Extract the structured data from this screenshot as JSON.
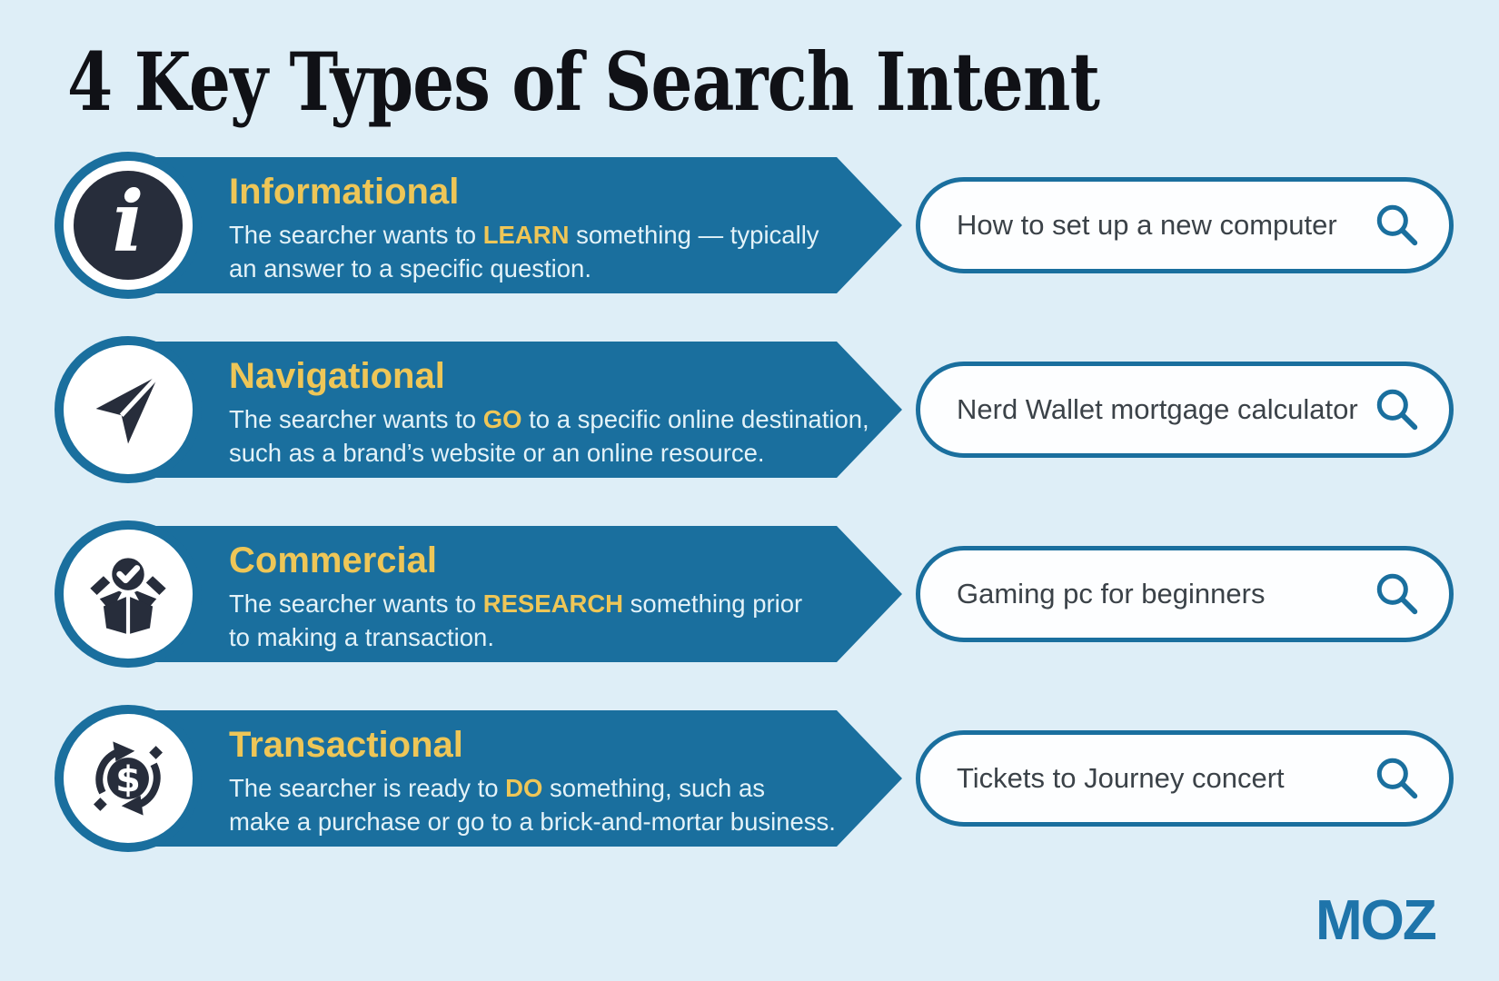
{
  "page": {
    "title": "4 Key Types of Search Intent",
    "background_color": "#deeef7"
  },
  "colors": {
    "banner_blue": "#1a6f9e",
    "accent_yellow": "#eec657",
    "icon_navy": "#272d3b",
    "body_text": "#e3f2f8",
    "pill_text": "#3b4248",
    "logo_blue": "#1e74aa"
  },
  "rows": [
    {
      "title": "Informational",
      "icon": "info-icon",
      "desc": {
        "pre": "The searcher wants to ",
        "key": "LEARN",
        "post1": " something — typically",
        "post2": "an answer to a specific question."
      },
      "query": "How to set up a new computer"
    },
    {
      "title": "Navigational",
      "icon": "navigation-arrow-icon",
      "desc": {
        "pre": "The searcher wants to ",
        "key": "GO",
        "post1": " to a specific online destination,",
        "post2": "such as a brand’s website or an online resource."
      },
      "query": "Nerd Wallet mortgage calculator"
    },
    {
      "title": "Commercial",
      "icon": "box-check-icon",
      "desc": {
        "pre": "The searcher wants to ",
        "key": "RESEARCH",
        "post1": " something prior",
        "post2": "to making a transaction."
      },
      "query": "Gaming pc for beginners"
    },
    {
      "title": "Transactional",
      "icon": "dollar-cycle-icon",
      "desc": {
        "pre": "The searcher is ready to ",
        "key": "DO",
        "post1": " something, such as",
        "post2": "make a purchase or go to a brick-and-mortar business."
      },
      "query": "Tickets to Journey concert"
    }
  ],
  "search_pill": {
    "icon": "search-icon"
  },
  "brand": {
    "logo_text": "MOZ"
  }
}
